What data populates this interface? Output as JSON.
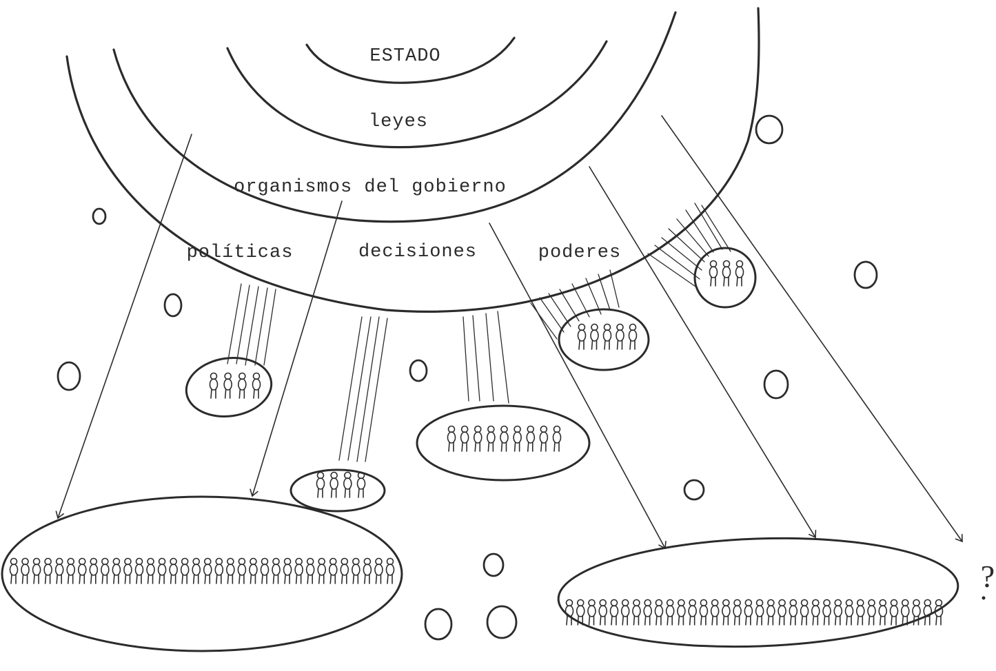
{
  "labels": {
    "estado": "ESTADO",
    "leyes": "leyes",
    "organismos": "organismos del gobierno",
    "politicas": "políticas",
    "decisiones": "decisiones",
    "poderes": "poderes"
  },
  "question_mark": "?",
  "groups": [
    {
      "id": "group-small-left",
      "people": 4
    },
    {
      "id": "group-small-middle",
      "people": 4
    },
    {
      "id": "group-medium-center",
      "people": 9
    },
    {
      "id": "group-right-upper",
      "people": 5
    },
    {
      "id": "group-right-top",
      "people": 3
    },
    {
      "id": "group-large-left",
      "people": 34
    },
    {
      "id": "group-large-right",
      "people": 34
    }
  ],
  "colors": {
    "ink": "#2b2b2b",
    "background": "#ffffff"
  }
}
